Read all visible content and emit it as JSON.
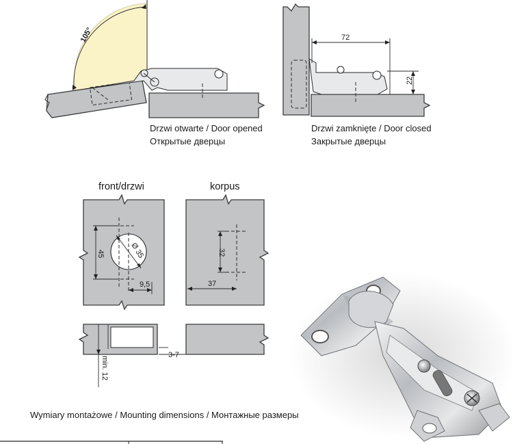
{
  "opened": {
    "angle_label": "105°",
    "caption_line1": "Drzwi otwarte / Door opened",
    "caption_line2": "Открытые дверцы"
  },
  "closed": {
    "dim_width": "72",
    "dim_height": "22",
    "caption_line1": "Drzwi zamknięte / Door closed",
    "caption_line2": "Закрытые дверцы"
  },
  "front": {
    "title": "front/drzwi",
    "dim_diameter": "Ø 35",
    "dim_height": "45",
    "dim_offset": "9,5",
    "dim_depth": "min. 12",
    "dim_gap": "3-7"
  },
  "korpus": {
    "title": "korpus",
    "dim_spacing": "32",
    "dim_offset": "37"
  },
  "footer": {
    "caption": "Wymiary montażowe / Mounting dimensions / Монтажные размеры"
  },
  "colors": {
    "panel": "#c2c4c6",
    "swing": "#fbf3c8",
    "metal": "#c9cbcd"
  }
}
